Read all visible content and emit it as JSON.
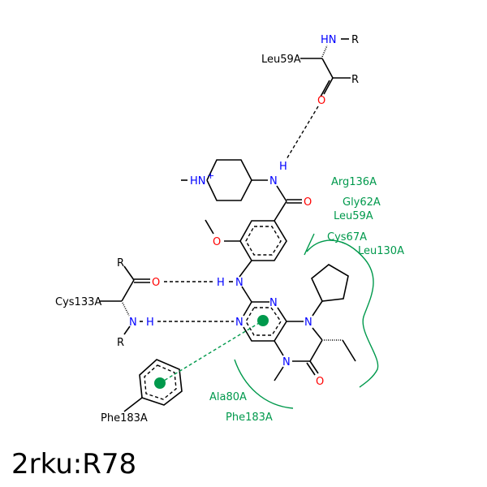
{
  "title": "2rku:R78",
  "residues": {
    "leu59_top": "Leu59A",
    "cys133": "Cys133A",
    "phe183_left": "Phe183A",
    "arg136": "Arg136A",
    "gly62": "Gly62A",
    "leu59_contact": "Leu59A",
    "cys67": "Cys67A",
    "leu130": "Leu130A",
    "ala80": "Ala80A",
    "phe183_contact": "Phe183A"
  },
  "atoms": {
    "R": "R",
    "HN": "HN",
    "HNplus": "HN",
    "plus": "+",
    "N": "N",
    "H": "H",
    "O": "O"
  },
  "colors": {
    "hydrophobic": "#00994c",
    "nitrogen": "#0000ff",
    "oxygen": "#ff0000"
  }
}
